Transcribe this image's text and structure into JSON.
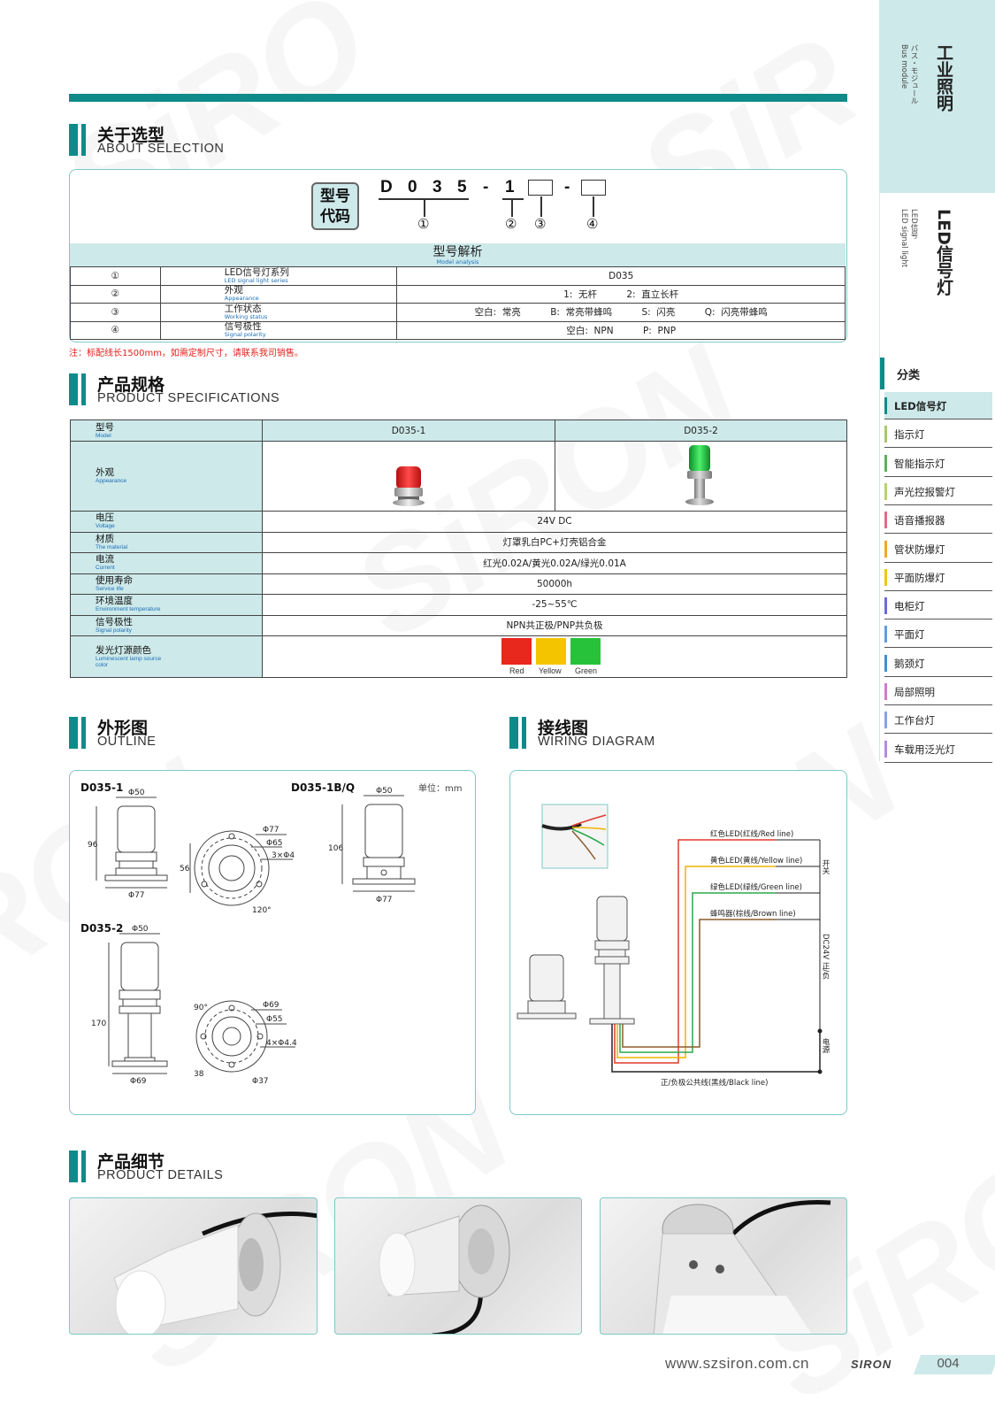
{
  "header": {
    "sidebar_title_zh": "工业照明",
    "sidebar_title_sub": "バス・モジュール",
    "sidebar_title_en": "Bus module",
    "product_zh": "LED信号灯",
    "product_sub": "LED信号",
    "product_en": "LED signal light"
  },
  "categories": {
    "heading": "分类",
    "items": [
      {
        "label": "LED信号灯",
        "color": "#0f8a8a",
        "active": true
      },
      {
        "label": "指示灯",
        "color": "#a7c96a"
      },
      {
        "label": "智能指示灯",
        "color": "#5bb15a"
      },
      {
        "label": "声光控报警灯",
        "color": "#b6d36b"
      },
      {
        "label": "语音播报器",
        "color": "#e56a8a"
      },
      {
        "label": "管状防爆灯",
        "color": "#f5a623"
      },
      {
        "label": "平面防爆灯",
        "color": "#f0c419"
      },
      {
        "label": "电柜灯",
        "color": "#6a6adb"
      },
      {
        "label": "平面灯",
        "color": "#5c9ee0"
      },
      {
        "label": "鹅颈灯",
        "color": "#3c8fd6"
      },
      {
        "label": "局部照明",
        "color": "#d37ac9"
      },
      {
        "label": "工作台灯",
        "color": "#8aa0e8"
      },
      {
        "label": "车载用泛光灯",
        "color": "#b48be0"
      }
    ]
  },
  "selection": {
    "title_zh": "关于选型",
    "title_en": "ABOUT SELECTION",
    "badge_line1": "型号",
    "badge_line2": "代码",
    "code_chars": [
      "D",
      "0",
      "3",
      "5",
      "-",
      "1",
      "-"
    ],
    "markers": [
      "①",
      "②",
      "③",
      "④"
    ],
    "analysis_zh": "型号解析",
    "analysis_en": "Model analysis",
    "rows": [
      {
        "num": "①",
        "zh": "LED信号灯系列",
        "en": "LED signal light series",
        "value": "D035"
      },
      {
        "num": "②",
        "zh": "外观",
        "en": "Appearance",
        "value": "1:  无杆          2:  直立长杆"
      },
      {
        "num": "③",
        "zh": "工作状态",
        "en": "Working status",
        "value": "空白:  常亮          B:  常亮带蜂鸣          S:  闪亮          Q:  闪亮带蜂鸣"
      },
      {
        "num": "④",
        "zh": "信号极性",
        "en": "Signal polarity",
        "value": "空白:  NPN          P:  PNP"
      }
    ],
    "note": "注：标配线长1500mm，如需定制尺寸，请联系我司销售。"
  },
  "specs": {
    "title_zh": "产品规格",
    "title_en": "PRODUCT SPECIFICATIONS",
    "model_zh": "型号",
    "model_en": "Model",
    "models": [
      "D035-1",
      "D035-2"
    ],
    "appearance_zh": "外观",
    "appearance_en": "Appearance",
    "rows": [
      {
        "zh": "电压",
        "en": "Voltage",
        "value": "24V DC"
      },
      {
        "zh": "材质",
        "en": "The material",
        "value": "灯罩乳白PC+灯壳铝合金"
      },
      {
        "zh": "电流",
        "en": "Current",
        "value": "红光0.02A/黄光0.02A/绿光0.01A"
      },
      {
        "zh": "使用寿命",
        "en": "Service life",
        "value": "50000h"
      },
      {
        "zh": "环境温度",
        "en": "Environment temperature",
        "value": "-25~55℃"
      },
      {
        "zh": "信号极性",
        "en": "Signal polarity",
        "value": "NPN共正极/PNP共负极"
      }
    ],
    "color_zh": "发光灯源颜色",
    "color_en": "Luminescent lamp source color",
    "colors": [
      {
        "name": "Red",
        "hex": "#e8271d"
      },
      {
        "name": "Yellow",
        "hex": "#f5c400"
      },
      {
        "name": "Green",
        "hex": "#27c23a"
      }
    ]
  },
  "outline": {
    "title_zh": "外形图",
    "title_en": "OUTLINE",
    "label_d1": "D035-1",
    "label_d1bq": "D035-1B/Q",
    "unit": "单位：mm",
    "label_d2": "D035-2",
    "dims": {
      "d1_w": "Φ50",
      "d1_h": "96",
      "d1_base": "Φ77",
      "top_77": "Φ77",
      "top_65": "Φ65",
      "top_holes": "3×Φ4",
      "top_56": "56",
      "top_ang": "120°",
      "bq_w": "Φ50",
      "bq_h": "106",
      "bq_base": "Φ77",
      "d2_w": "Φ50",
      "d2_h": "170",
      "d2_base": "Φ69",
      "d2t_69": "Φ69",
      "d2t_55": "Φ55",
      "d2t_holes": "4×Φ4.4",
      "d2t_ang": "90°",
      "d2t_38": "38",
      "d2t_37": "Φ37"
    }
  },
  "wiring": {
    "title_zh": "接线图",
    "title_en": "WIRING DIAGRAM",
    "lines": [
      {
        "label": "红色LED(红线/Red line)",
        "color": "#e03a2f"
      },
      {
        "label": "黄色LED(黄线/Yellow line)",
        "color": "#f0b400"
      },
      {
        "label": "绿色LED(绿线/Green line)",
        "color": "#2aa84a"
      },
      {
        "label": "蜂鸣器(棕线/Brown line)",
        "color": "#8b5a2b"
      }
    ],
    "common": "正/负极公共线(黑线/Black line)",
    "switch_label": "开关",
    "dc_label": "DC24V 正/负",
    "power_label": "电源"
  },
  "details": {
    "title_zh": "产品细节",
    "title_en": "PRODUCT DETAILS"
  },
  "footer": {
    "url": "www.szsiron.com.cn",
    "brand": "SIRON",
    "page": "004"
  }
}
